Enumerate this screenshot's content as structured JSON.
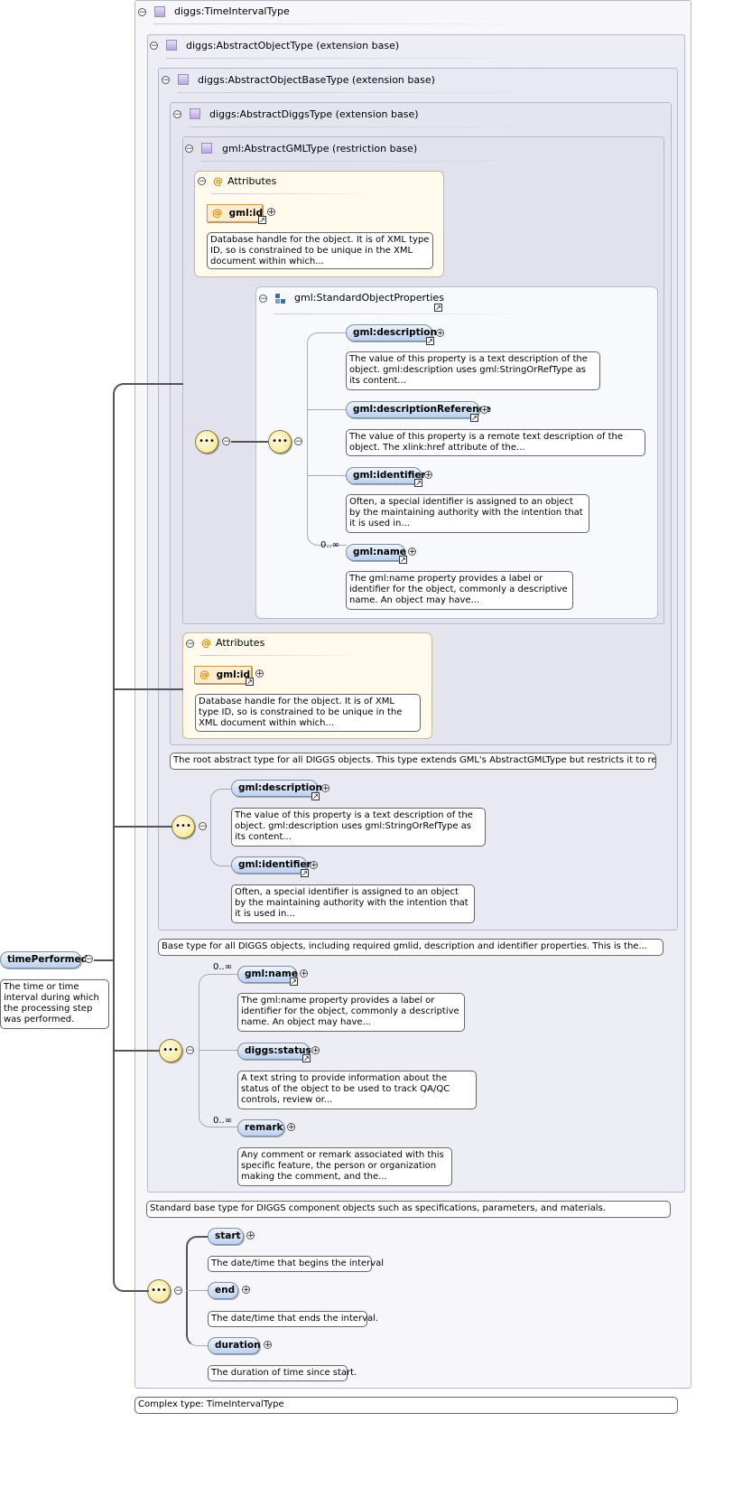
{
  "root_type": {
    "title": "diggs:TimeIntervalType",
    "footer": "Complex type: TimeIntervalType"
  },
  "abstract_object": {
    "title": "diggs:AbstractObjectType (extension base)",
    "footer": "Standard base type for DIGGS component objects such as specifications, parameters, and materials."
  },
  "abstract_object_base": {
    "title": "diggs:AbstractObjectBaseType (extension base)",
    "footer": "Base type for all DIGGS objects, including required gmlid, description and identifier properties. This is the..."
  },
  "abstract_diggs": {
    "title": "diggs:AbstractDiggsType (extension base)",
    "footer": "The root abstract type for all DIGGS objects. This type extends GML's AbstractGMLType but restricts it to require a..."
  },
  "abstract_gml": {
    "title": "gml:AbstractGMLType (restriction base)"
  },
  "attributes_inner": {
    "title": "Attributes",
    "attr_name": "gml:id",
    "doc": "Database handle for the object. It is of XML type ID, so is constrained to be unique in the XML document within which..."
  },
  "attributes_outer": {
    "title": "Attributes",
    "attr_name": "gml:id",
    "doc": "Database handle for the object. It is of XML type ID, so is constrained to be unique in the XML document within which..."
  },
  "standard_props": {
    "title": "gml:StandardObjectProperties",
    "items": [
      {
        "name": "gml:description",
        "doc": "The value of this property is a text description of the object. gml:description uses gml:StringOrRefType as its content..."
      },
      {
        "name": "gml:descriptionReference",
        "doc": "The value of this property is a remote text description of the object. The xlink:href attribute of the..."
      },
      {
        "name": "gml:identifier",
        "doc": "Often, a special identifier is assigned to an object by the maintaining authority with the intention that it is used in..."
      },
      {
        "name": "gml:name",
        "occurs": "0..∞",
        "doc": "The gml:name property provides a label or identifier for the object, commonly a descriptive name. An object may have..."
      }
    ]
  },
  "diggs_seq": {
    "items": [
      {
        "name": "gml:description",
        "doc": "The value of this property is a text description of the object. gml:description uses gml:StringOrRefType as its content..."
      },
      {
        "name": "gml:identifier",
        "doc": "Often, a special identifier is assigned to an object by the maintaining authority with the intention that it is used in..."
      }
    ]
  },
  "object_seq": {
    "items": [
      {
        "name": "gml:name",
        "occurs": "0..∞",
        "doc": "The gml:name property provides a label or identifier for the object, commonly a descriptive name. An object may have..."
      },
      {
        "name": "diggs:status",
        "doc": "A text string to provide information about the status of the object to be used to track QA/QC controls, review or..."
      },
      {
        "name": "remark",
        "occurs": "0..∞",
        "doc": "Any comment or remark associated with this specific feature, the person or organization making the comment, and the..."
      }
    ]
  },
  "interval_seq": {
    "items": [
      {
        "name": "start",
        "doc": "The date/time that begins the interval"
      },
      {
        "name": "end",
        "doc": "The date/time that ends the interval."
      },
      {
        "name": "duration",
        "doc": "The duration of time since start."
      }
    ]
  },
  "element": {
    "name": "timePerformed",
    "doc": "The time or time interval during which the processing step was performed."
  },
  "glyphs": {
    "collapse": "−",
    "expand": "+",
    "ref": "↗",
    "at": "@",
    "seq": "•••"
  }
}
